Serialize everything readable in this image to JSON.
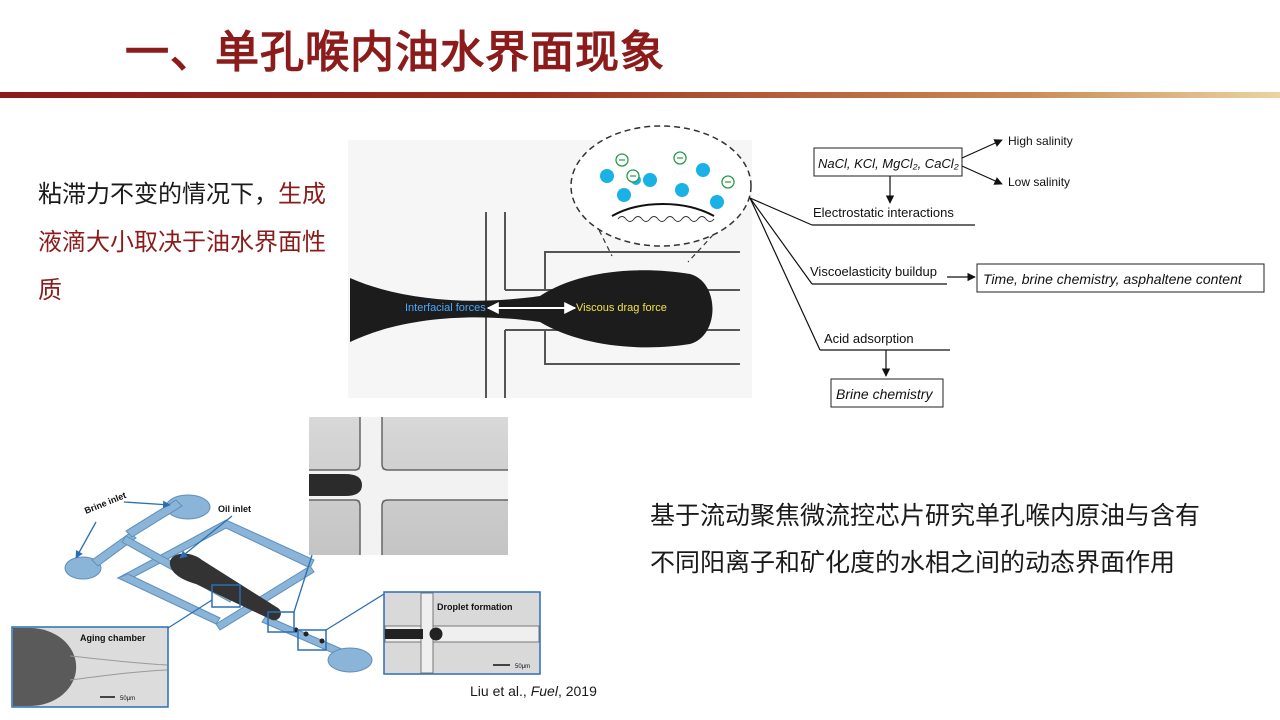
{
  "title": "一、单孔喉内油水界面现象",
  "left_text": {
    "normal": "粘滞力不变的情况下，",
    "accent": "生成液滴大小取决于油水界面性质"
  },
  "right_text": "基于流动聚焦微流控芯片研究单孔喉内原油与含有不同阳离子和矿化度的水相之间的动态界面作用",
  "citation": {
    "authors": "Liu et al., ",
    "journal": "Fuel",
    "year": ", 2019"
  },
  "droplet_figure": {
    "interfacial_forces": "Interfacial forces",
    "viscous_drag_force": "Viscous drag force"
  },
  "flowchart": {
    "salts": "NaCl, KCl, MgCl₂, CaCl₂",
    "high_salinity": "High salinity",
    "low_salinity": "Low salinity",
    "electrostatic": "Electrostatic interactions",
    "viscoelasticity": "Viscoelasticity buildup",
    "time_box": "Time, brine chemistry, asphaltene content",
    "acid_adsorption": "Acid adsorption",
    "brine_box": "Brine chemistry"
  },
  "chip_figure": {
    "brine_inlet": "Brine inlet",
    "oil_inlet": "Oil inlet",
    "aging_chamber": "Aging chamber",
    "droplet_formation": "Droplet formation",
    "scale_50": "50μm"
  },
  "colors": {
    "title": "#8c1c1c",
    "accent": "#8c1c1c",
    "chip_blue": "#8ab4d8",
    "ion_cyan": "#1ab2e6"
  }
}
